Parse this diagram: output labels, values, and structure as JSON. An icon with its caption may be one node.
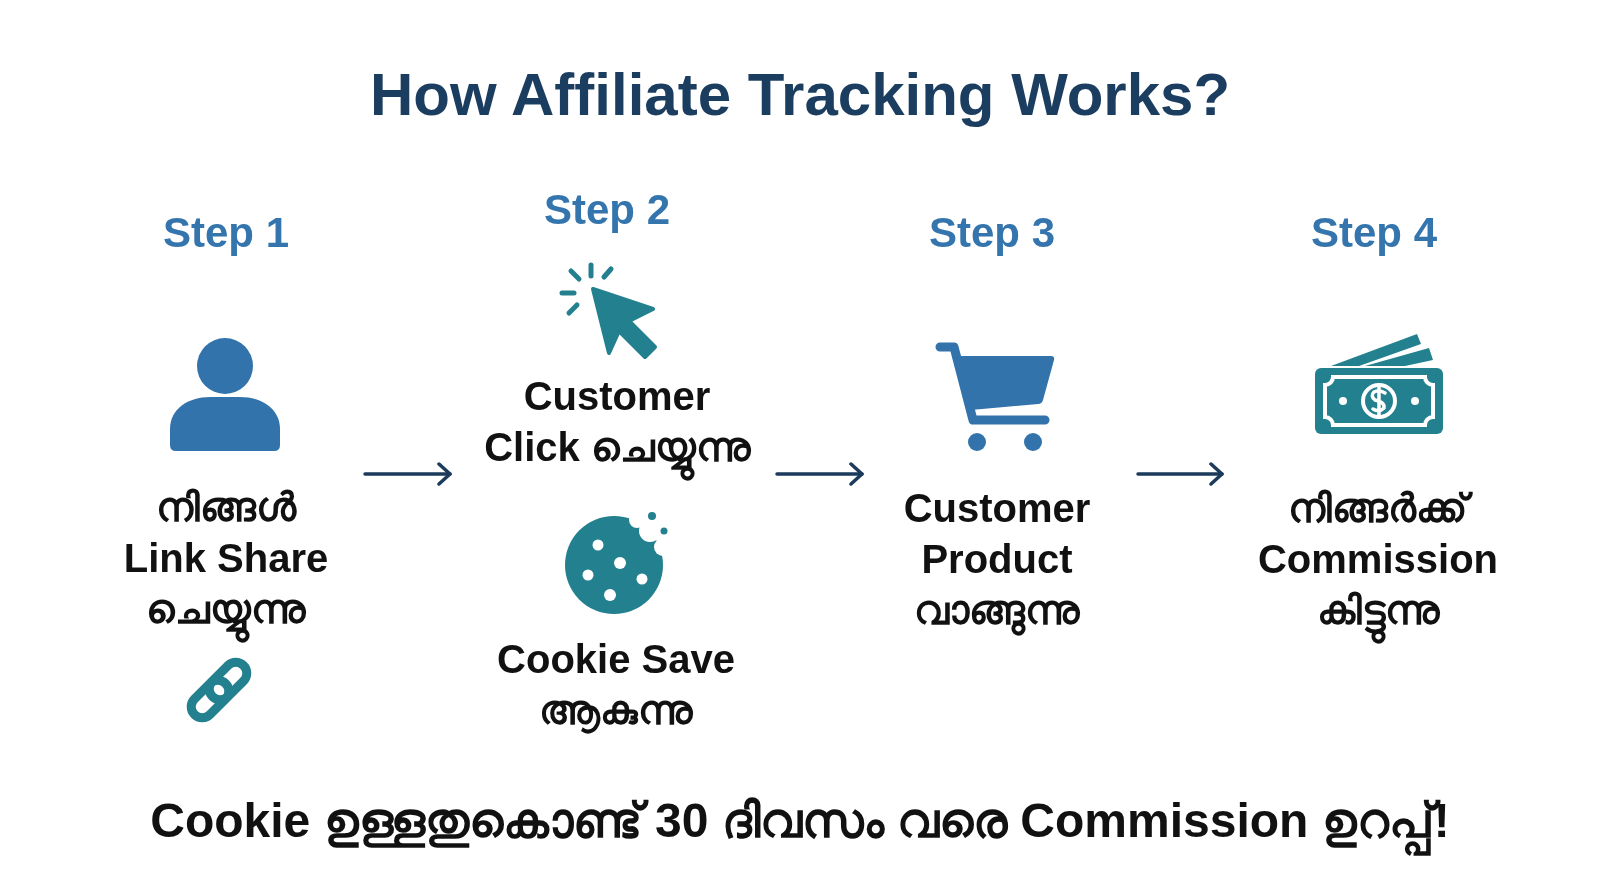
{
  "diagram": {
    "title": "How Affiliate Tracking Works?",
    "nodes": [
      {
        "text": [
          "Step 1",
          "നിങ്ങൾ Link Share ചെയ്യുന്നു"
        ]
      },
      {
        "text": [
          "Step 2",
          "Customer Click ചെയ്യുന്നു",
          "Cookie Save ആകുന്നു"
        ]
      },
      {
        "text": [
          "Step 3",
          "Customer Product വാങ്ങുന്നു"
        ]
      },
      {
        "text": [
          "Step 4",
          "നിങ്ങർക്ക് Commission കിട്ടുന്നു"
        ]
      }
    ],
    "edges": [
      {
        "from": 0,
        "to": 1,
        "arrow": "to"
      },
      {
        "from": 1,
        "to": 2,
        "arrow": "to"
      },
      {
        "from": 2,
        "to": 3,
        "arrow": "to"
      }
    ],
    "caption": "Cookie ഉള്ളതുകൊണ്ട് 30 ദിവസം വരെ Commission ഉറപ്പ്!"
  }
}
